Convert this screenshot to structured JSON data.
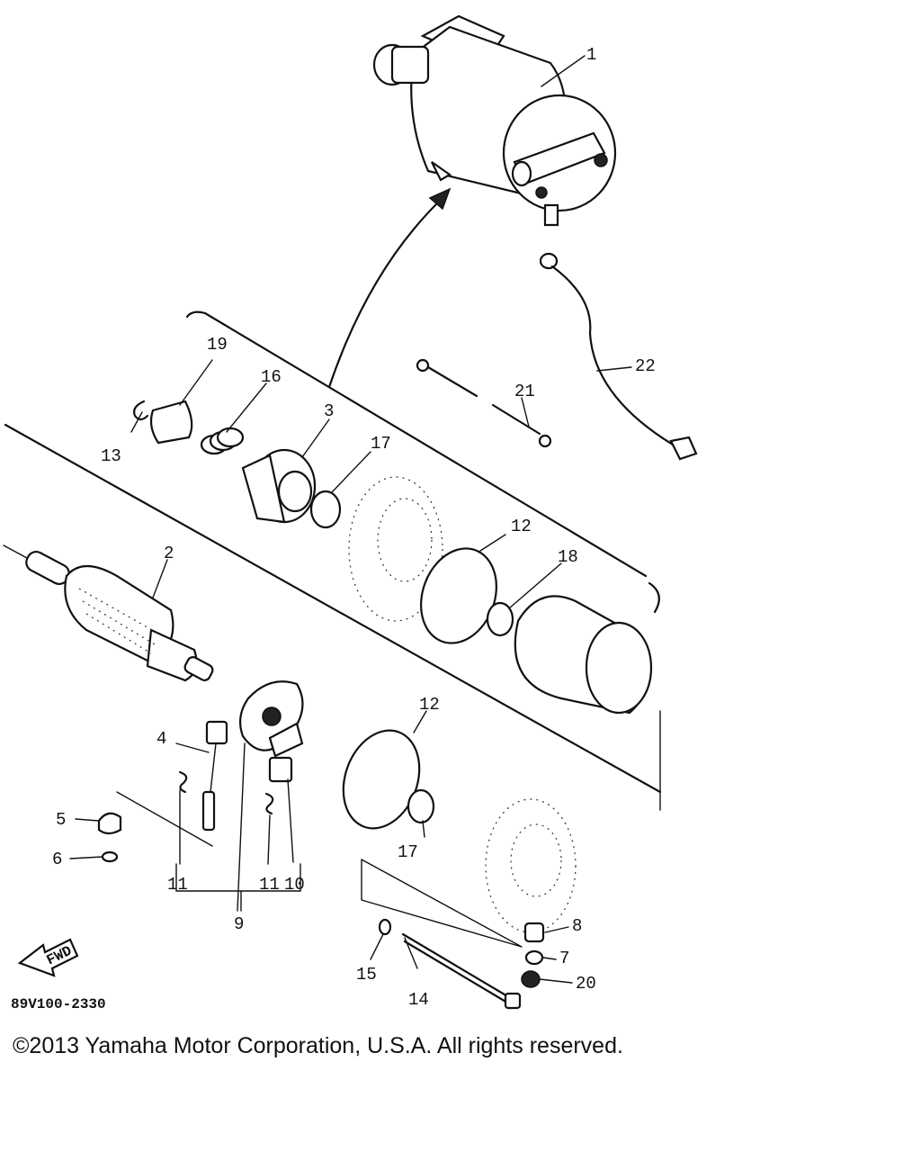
{
  "diagram": {
    "labels": [
      "1",
      "2",
      "3",
      "4",
      "5",
      "6",
      "7",
      "8",
      "9",
      "10",
      "11",
      "11",
      "12",
      "12",
      "13",
      "14",
      "15",
      "16",
      "17",
      "17",
      "18",
      "19",
      "20",
      "21",
      "22"
    ],
    "fwd_label": "FWD",
    "figure_code": "89V100-2330"
  },
  "footer": {
    "copyright": "©2013 Yamaha Motor Corporation, U.S.A. All rights reserved."
  }
}
